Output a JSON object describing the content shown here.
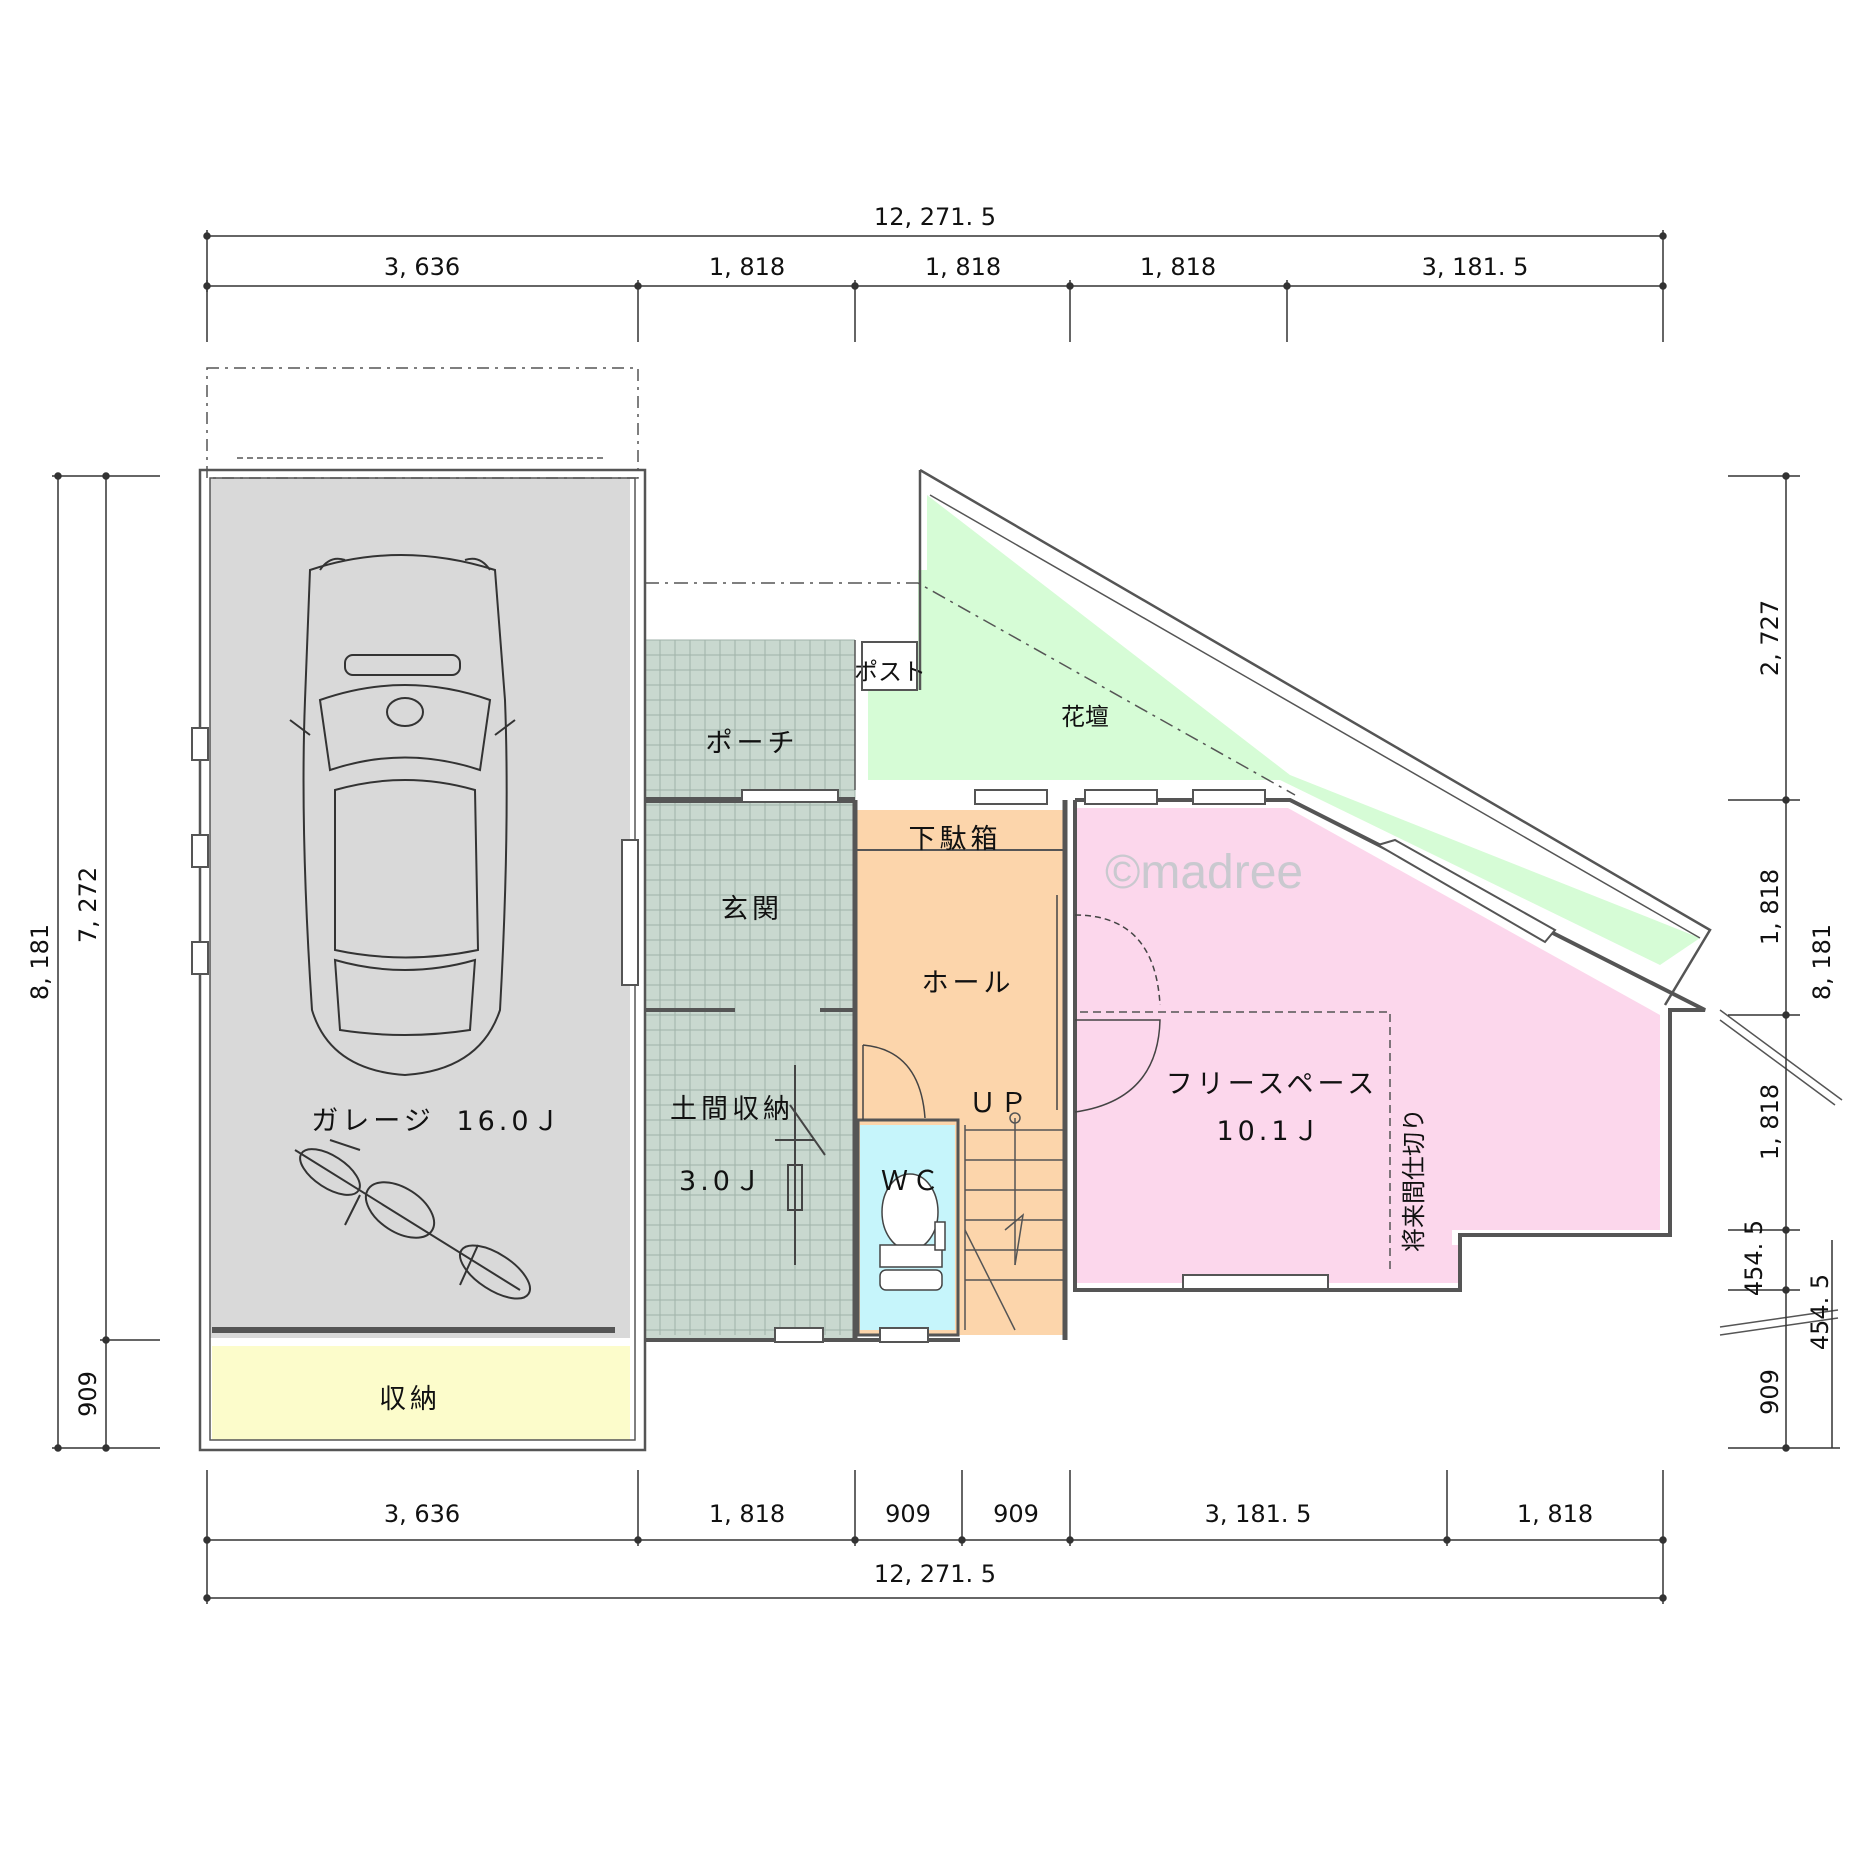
{
  "colors": {
    "garage": "#d9d9d9",
    "storage_yellow": "#fcfccb",
    "porch_green": "#c9d8cf",
    "hall_orange": "#fcd5ab",
    "wc_cyan": "#c6f5fb",
    "free_pink": "#fcd7ec",
    "flowerbed_green": "#d6fcd6",
    "line": "#555555"
  },
  "watermark": "©madree",
  "dims": {
    "top_total": "12, 271. 5",
    "top_segments": [
      "3, 636",
      "1, 818",
      "1, 818",
      "1, 818",
      "3, 181. 5"
    ],
    "bottom_segments": [
      "3, 636",
      "1, 818",
      "909",
      "909",
      "3, 181. 5",
      "1, 818"
    ],
    "bottom_total": "12, 271. 5",
    "left_outer": "8, 181",
    "left_inner": "7, 272",
    "left_lower": "909",
    "right_segments": [
      "2, 727",
      "1, 818",
      "1, 818",
      "454. 5",
      "909"
    ],
    "right_outer": "8, 181",
    "right_extra": "454. 5"
  },
  "rooms": {
    "garage": "ガレージ",
    "garage_area": "16.0Ｊ",
    "storage": "収納",
    "porch": "ポーチ",
    "entrance": "玄関",
    "earth_storage": "土間収納",
    "earth_storage_area": "3.0Ｊ",
    "shoe_box": "下駄箱",
    "hall": "ホール",
    "up": "ＵＰ",
    "wc": "ＷＣ",
    "post": "ポスト",
    "flowerbed": "花壇",
    "free_space": "フリースペース",
    "free_space_area": "10.1Ｊ",
    "future_partition": "将来間仕切り"
  }
}
